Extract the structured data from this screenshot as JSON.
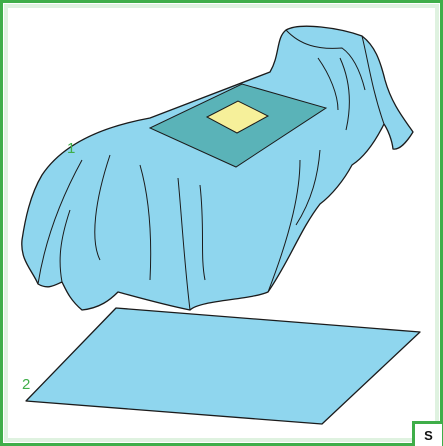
{
  "colors": {
    "frame": "#3fae49",
    "drape": "#8fd6ee",
    "drape_light": "#a9e2f3",
    "outline": "#1b1b1b",
    "window_area": "#5ab3b8",
    "fenestration": "#f6f09a",
    "label": "#3fae49"
  },
  "labels": {
    "item_1": "1",
    "item_2": "2"
  },
  "badge": {
    "text": "S"
  }
}
